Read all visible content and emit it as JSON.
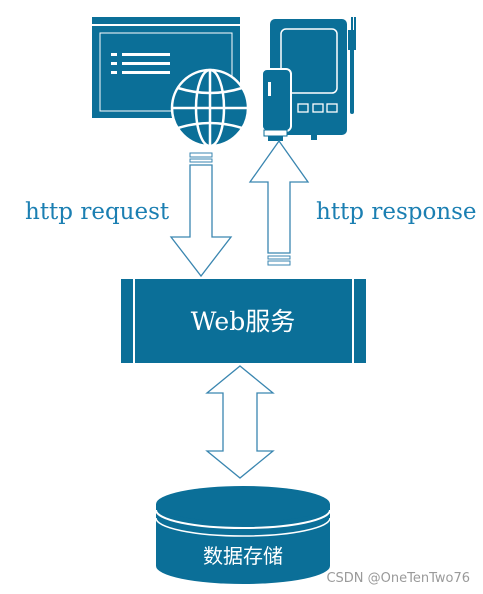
{
  "labels": {
    "http_request": "http request",
    "http_response": "http response",
    "web_service": "Web服务",
    "data_storage": "数据存储"
  },
  "watermark": "CSDN @OneTenTwo76",
  "icons": {
    "browser": "browser-window-icon",
    "globe": "globe-icon",
    "mobile": "mobile-device-icon",
    "usb": "usb-stick-icon",
    "database": "database-cylinder-icon"
  },
  "colors": {
    "primary": "#0b6f98",
    "primary_dark": "#0a5d82",
    "label_text": "#1b7fb2",
    "arrow_stroke": "#3a86b0",
    "watermark": "#9a9a9a"
  }
}
